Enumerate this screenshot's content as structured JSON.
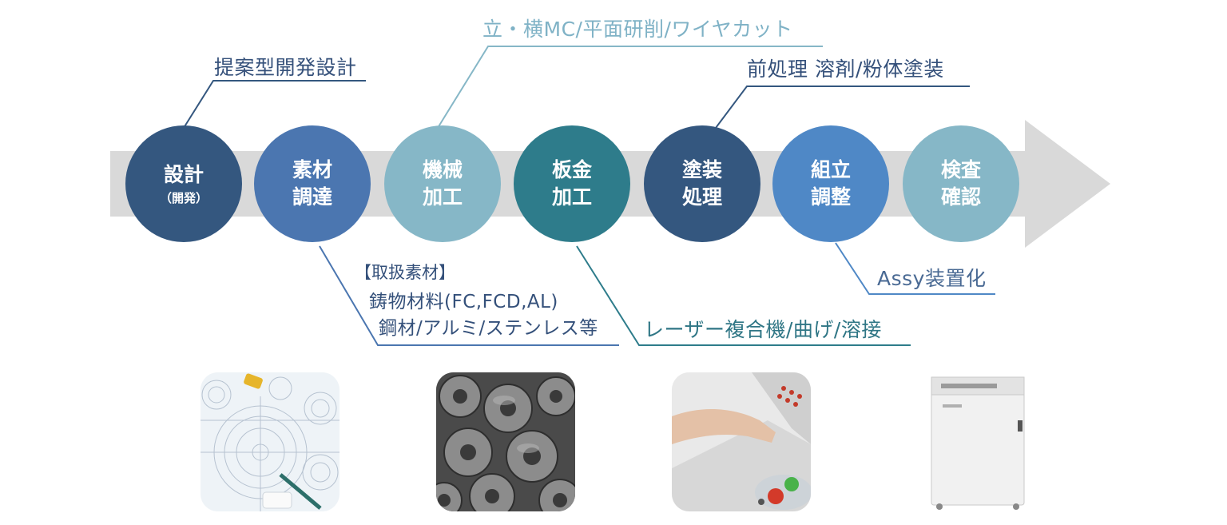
{
  "colors": {
    "navy": "#34577f",
    "blue": "#4b76b0",
    "light_teal": "#86b7c7",
    "teal": "#2e7c8b",
    "mid_blue": "#4f88c6",
    "arrow_gray": "#d9d9d9"
  },
  "steps": [
    {
      "line1": "設計",
      "line2": "（開発）",
      "color": "#34577f"
    },
    {
      "line1": "素材",
      "line2": "調達",
      "color": "#4b76b0"
    },
    {
      "line1": "機械",
      "line2": "加工",
      "color": "#86b7c7"
    },
    {
      "line1": "板金",
      "line2": "加工",
      "color": "#2e7c8b"
    },
    {
      "line1": "塗装",
      "line2": "処理",
      "color": "#34577f"
    },
    {
      "line1": "組立",
      "line2": "調整",
      "color": "#4f88c6"
    },
    {
      "line1": "検査",
      "line2": "確認",
      "color": "#86b7c7"
    }
  ],
  "callouts": {
    "design": "提案型開発設計",
    "machining": "立・横MC/平面研削/ワイヤカット",
    "painting": "前処理 溶剤/粉体塗装",
    "assembly": "Assy装置化",
    "sheetmetal": "レーザー複合機/曲げ/溶接",
    "materials_title": "【取扱素材】",
    "materials_line1": "鋳物材料(FC,FCD,AL)",
    "materials_line2": "鋼材/アルミ/ステンレス等"
  },
  "photos": [
    {
      "icon": "blueprint-drawing-photo"
    },
    {
      "icon": "metal-parts-photo"
    },
    {
      "icon": "hand-on-machine-photo"
    },
    {
      "icon": "shredder-device-photo"
    }
  ]
}
